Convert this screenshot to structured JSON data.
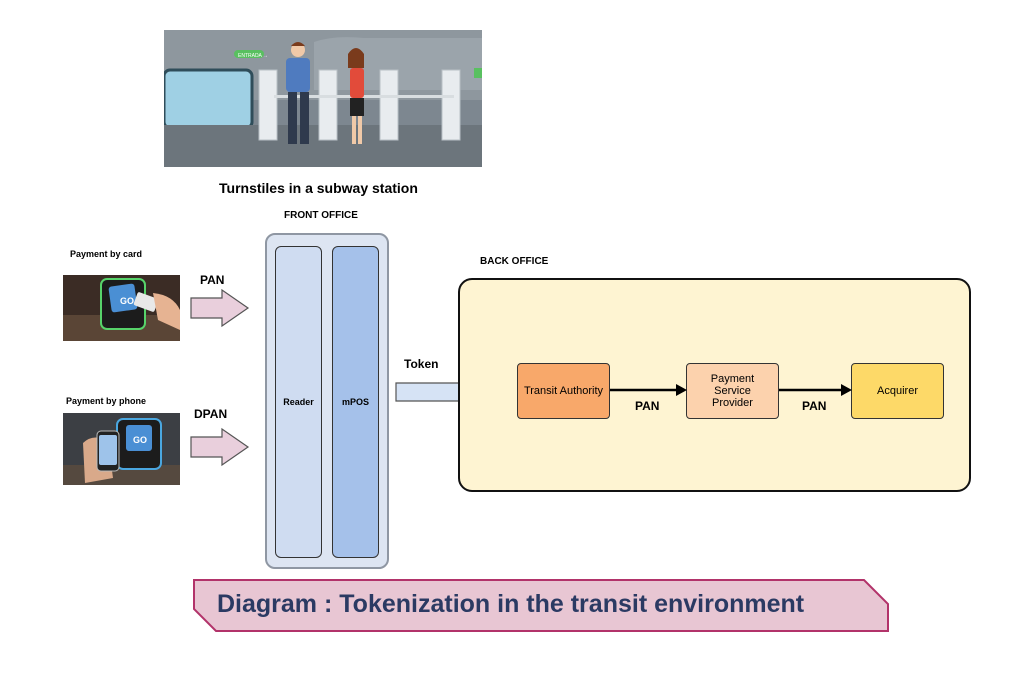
{
  "top_image": {
    "caption": "Turnstiles in a subway station",
    "sign_text": "ENTRADA →"
  },
  "front_office": {
    "title": "FRONT OFFICE",
    "reader_label": "Reader",
    "mpos_label": "mPOS"
  },
  "payment_card": {
    "label": "Payment by card",
    "arrow_label": "PAN",
    "screen_text": "GO"
  },
  "payment_phone": {
    "label": "Payment by phone",
    "arrow_label": "DPAN",
    "screen_text": "GO"
  },
  "token_arrow": {
    "label": "Token"
  },
  "back_office": {
    "title": "BACK OFFICE",
    "nodes": [
      {
        "label": "Transit Authority",
        "color": "#f8a86a"
      },
      {
        "label": "Payment\nService\nProvider",
        "color": "#fcd2ad"
      },
      {
        "label": "Acquirer",
        "color": "#fdd968"
      }
    ],
    "edge_labels": [
      "PAN",
      "PAN"
    ],
    "background": "#fef4d2"
  },
  "banner": {
    "title": "Diagram : Tokenization in the transit environment",
    "fill": "#e8c6d3",
    "text_color": "#2b3a63"
  }
}
